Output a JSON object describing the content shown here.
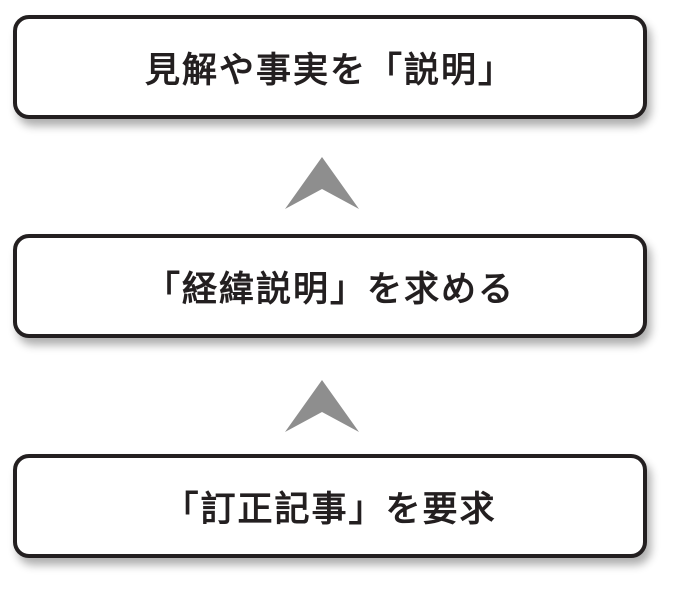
{
  "boxes": {
    "top": "見解や事実を「説明」",
    "middle": "「経緯説明」を求める",
    "bottom": "「訂正記事」を要求"
  },
  "colors": {
    "border": "#231f20",
    "text": "#231f20",
    "arrow": "#8e8e8e",
    "background": "#ffffff"
  }
}
